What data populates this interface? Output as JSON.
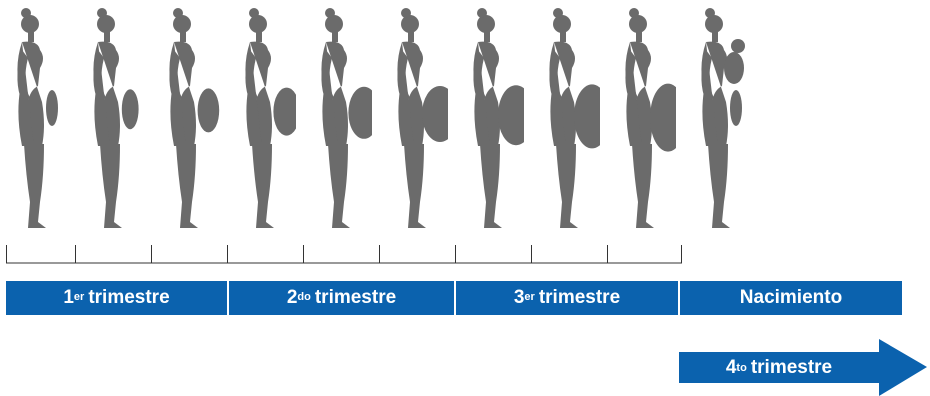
{
  "colors": {
    "bar_blue": "#0b62ae",
    "silhouette_gray": "#6b6b6b",
    "ruler_gray": "#333333"
  },
  "figures": [
    {
      "icon": "pregnant-woman-silhouette-stage-1",
      "belly": 0
    },
    {
      "icon": "pregnant-woman-silhouette-stage-2",
      "belly": 1
    },
    {
      "icon": "pregnant-woman-silhouette-stage-3",
      "belly": 2
    },
    {
      "icon": "pregnant-woman-silhouette-stage-4",
      "belly": 3
    },
    {
      "icon": "pregnant-woman-silhouette-stage-5",
      "belly": 4
    },
    {
      "icon": "pregnant-woman-silhouette-stage-6",
      "belly": 5
    },
    {
      "icon": "pregnant-woman-silhouette-stage-7",
      "belly": 6
    },
    {
      "icon": "pregnant-woman-silhouette-stage-8",
      "belly": 7
    },
    {
      "icon": "pregnant-woman-silhouette-stage-9",
      "belly": 8
    },
    {
      "icon": "woman-holding-baby-silhouette",
      "belly": 0
    }
  ],
  "bars": [
    {
      "num": "1",
      "sup": "er",
      "label": "trimestre"
    },
    {
      "num": "2",
      "sup": "do",
      "label": "trimestre"
    },
    {
      "num": "3",
      "sup": "er",
      "label": "trimestre"
    },
    {
      "label_full": "Nacimiento"
    }
  ],
  "arrow": {
    "num": "4",
    "sup": "to",
    "label": "trimestre"
  }
}
